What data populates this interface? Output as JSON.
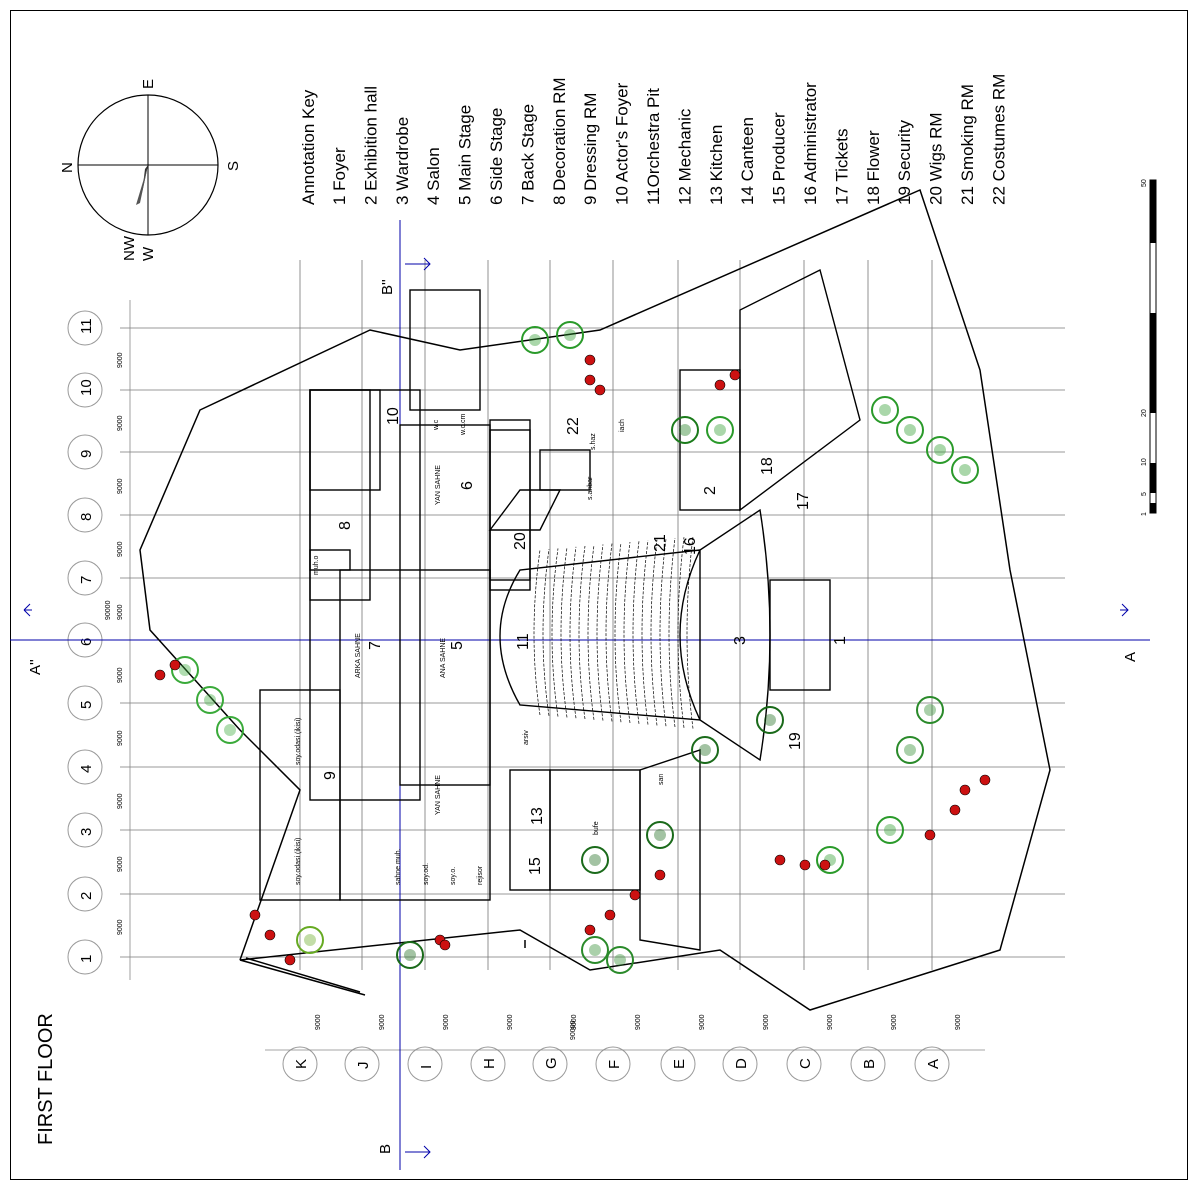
{
  "title": "FIRST FLOOR",
  "compass": {
    "n": "N",
    "e": "E",
    "s": "S",
    "w": "W",
    "nw": "NW"
  },
  "legend": {
    "heading": "Annotation Key",
    "items": [
      "1 Foyer",
      "2 Exhibition hall",
      "3 Wardrobe",
      "4 Salon",
      "5 Main Stage",
      "6 Side Stage",
      "7 Back Stage",
      "8 Decoration RM",
      "9 Dressing RM",
      "10 Actor's Foyer",
      "11Orchestra Pit",
      "12 Mechanic",
      "13 Kitchen",
      "14 Canteen",
      "15 Producer",
      "16 Administrator",
      "17 Tickets",
      "18 Flower",
      "19 Security",
      "20 Wigs RM",
      "21 Smoking RM",
      "22 Costumes RM"
    ]
  },
  "grid": {
    "numbers": [
      "1",
      "2",
      "3",
      "4",
      "5",
      "6",
      "7",
      "8",
      "9",
      "10",
      "11"
    ],
    "letters": [
      "K",
      "J",
      "I",
      "H",
      "G",
      "F",
      "E",
      "D",
      "C",
      "B",
      "A"
    ],
    "bay_labels_top": [
      "9000",
      "9000",
      "9000",
      "9000",
      "9000",
      "9000",
      "9000",
      "9000",
      "9000",
      "9000"
    ],
    "bay_total_top": "90000",
    "bay_labels_bottom": [
      "9000",
      "9000",
      "9000",
      "9000",
      "9000",
      "9000",
      "9000",
      "9000",
      "9000",
      "9000",
      "9000"
    ],
    "bay_total_bottom": "90000"
  },
  "sections": {
    "a": "A",
    "a2": "A''",
    "b": "B",
    "b2": "B''"
  },
  "scale": {
    "labels": [
      "1",
      "5",
      "10",
      "20",
      "50"
    ]
  },
  "rooms": {
    "r1": "1",
    "r2": "2",
    "r3": "3",
    "r5": "5",
    "r6": "6",
    "r7": "7",
    "r8": "8",
    "r9": "9",
    "r10": "10",
    "r11": "11",
    "r13": "13",
    "r15": "15",
    "r16": "16",
    "r17": "17",
    "r18": "18",
    "r19": "19",
    "r20": "20",
    "r21": "21",
    "r22": "22"
  },
  "plan_labels": {
    "arka_sahne": "ARKA SAHNE",
    "ana_sahne": "ANA SAHNE",
    "yan_sahne_top": "YAN SAHNE",
    "yan_sahne_bottom": "YAN SAHNE",
    "soyunma_1": "soy.odasi (ikisi)",
    "soyunma_2": "soy.odasi (ikisi)",
    "sahne_muh": "sahne muh.",
    "soy_sol": "soy.od.",
    "soy_o": "soy.o.",
    "rejisor": "rejisor",
    "wc_top": "w.c.cm",
    "wc_small": "w.c",
    "muh_o": "muh.o",
    "arsiv": "arsiv",
    "bufe": "bufe",
    "san": "san",
    "s_anbar": "s.anbar",
    "s_haz": "s.haz",
    "iach": "iach"
  }
}
